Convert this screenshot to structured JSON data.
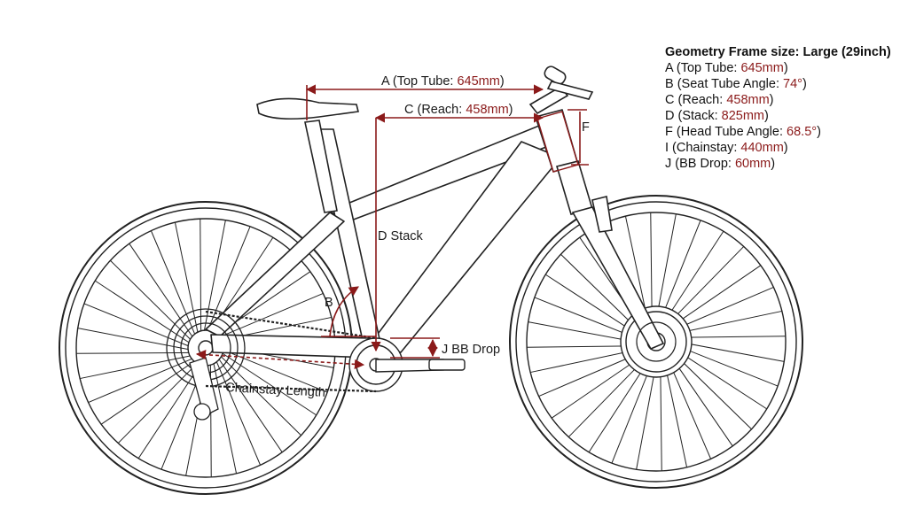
{
  "spec": {
    "title": "Geometry Frame size: Large (29inch)",
    "rows": [
      {
        "prefix": "A (Top Tube: ",
        "value": "645mm",
        "suffix": ")"
      },
      {
        "prefix": "B (Seat Tube Angle: ",
        "value": "74°",
        "suffix": ")"
      },
      {
        "prefix": "C (Reach: ",
        "value": "458mm",
        "suffix": ")"
      },
      {
        "prefix": "D (Stack: ",
        "value": "825mm",
        "suffix": ")"
      },
      {
        "prefix": "F (Head Tube Angle: ",
        "value": "68.5°",
        "suffix": ")"
      },
      {
        "prefix": "I (Chainstay: ",
        "value": "440mm",
        "suffix": ")"
      },
      {
        "prefix": "J (BB Drop: ",
        "value": "60mm",
        "suffix": ")"
      }
    ]
  },
  "labels": {
    "a_prefix": "A (Top Tube: ",
    "a_value": "645mm",
    "a_suffix": ")",
    "c_prefix": "C (Reach: ",
    "c_value": "458mm",
    "c_suffix": ")",
    "d": "D Stack",
    "b": "B",
    "f": "F",
    "j": "J BB Drop",
    "chainstay": "Chainstay Length"
  },
  "colors": {
    "dimension": "#8b1a1a",
    "line": "#222222"
  }
}
